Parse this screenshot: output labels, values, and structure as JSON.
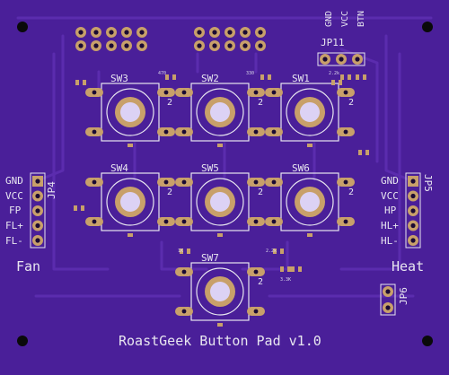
{
  "board": {
    "title": "RoastGeek Button Pad v1.0",
    "colors": {
      "pcb": "#4a1f99",
      "pcb_dark": "#3a1280",
      "trace": "#5d2fb0",
      "silk": "#e8e6f0",
      "copper": "#c8a06a",
      "pad_hole": "#1a0a33",
      "button_cap": "#dcd2f5"
    }
  },
  "switches": [
    {
      "label": "SW1"
    },
    {
      "label": "SW2"
    },
    {
      "label": "SW3"
    },
    {
      "label": "SW4"
    },
    {
      "label": "SW5"
    },
    {
      "label": "SW6"
    },
    {
      "label": "SW7"
    }
  ],
  "pin_number": "2",
  "resistor_labels": [
    "470",
    "330",
    "2.2k",
    "1K",
    "2.2k",
    "3.3K"
  ],
  "connectors": {
    "jp4": {
      "label": "JP4",
      "pins": [
        "GND",
        "VCC",
        "FP",
        "FL+",
        "FL-"
      ],
      "group": "Fan"
    },
    "jp5": {
      "label": "JP5",
      "pins": [
        "GND",
        "VCC",
        "HP",
        "HL+",
        "HL-"
      ],
      "group": "Heat"
    },
    "jp6": {
      "label": "JP6"
    },
    "jp11": {
      "label": "JP11",
      "pins": [
        "GND",
        "VCC",
        "BTN"
      ]
    }
  }
}
